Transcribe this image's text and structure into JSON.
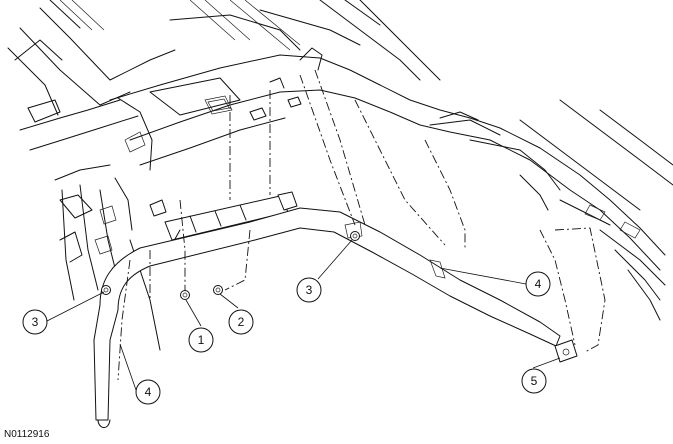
{
  "figure": {
    "reference_code": "N0112916",
    "callouts": [
      {
        "id": "callout-3-left",
        "label": "3"
      },
      {
        "id": "callout-4-left",
        "label": "4"
      },
      {
        "id": "callout-1",
        "label": "1"
      },
      {
        "id": "callout-2",
        "label": "2"
      },
      {
        "id": "callout-3-center",
        "label": "3"
      },
      {
        "id": "callout-4-right",
        "label": "4"
      },
      {
        "id": "callout-5",
        "label": "5"
      }
    ]
  }
}
